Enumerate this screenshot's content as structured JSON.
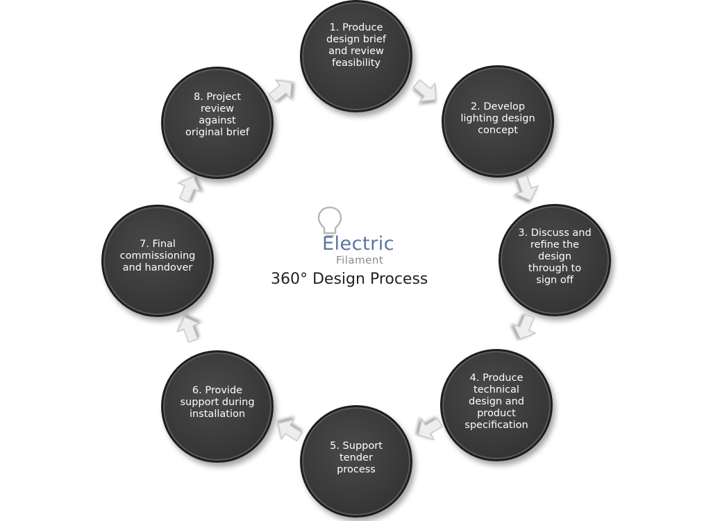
{
  "brand": {
    "name": "Electric",
    "sub": "Filament"
  },
  "title": "360° Design Process",
  "steps": [
    {
      "id": "1",
      "label": "1. Produce\ndesign brief\nand review\nfeasibility"
    },
    {
      "id": "2",
      "label": "2. Develop\nlighting design\nconcept"
    },
    {
      "id": "3",
      "label": "3. Discuss and\nrefine the\ndesign\nthrough to\nsign off"
    },
    {
      "id": "4",
      "label": "4. Produce\ntechnical\ndesign and\nproduct\nspecification"
    },
    {
      "id": "5",
      "label": "5. Support\ntender\nprocess"
    },
    {
      "id": "6",
      "label": "6. Provide\nsupport during\ninstallation"
    },
    {
      "id": "7",
      "label": "7. Final\ncommissioning\nand handover"
    },
    {
      "id": "8",
      "label": "8. Project\nreview\nagainst\noriginal brief"
    }
  ],
  "colors": {
    "node_fill": "#3a3a3a",
    "arrow_fill": "#eeeeee",
    "brand_blue": "#5a74a0",
    "brand_grey": "#8a8a8a"
  },
  "icons": [
    "lightbulb-icon",
    "arrow-icon"
  ]
}
